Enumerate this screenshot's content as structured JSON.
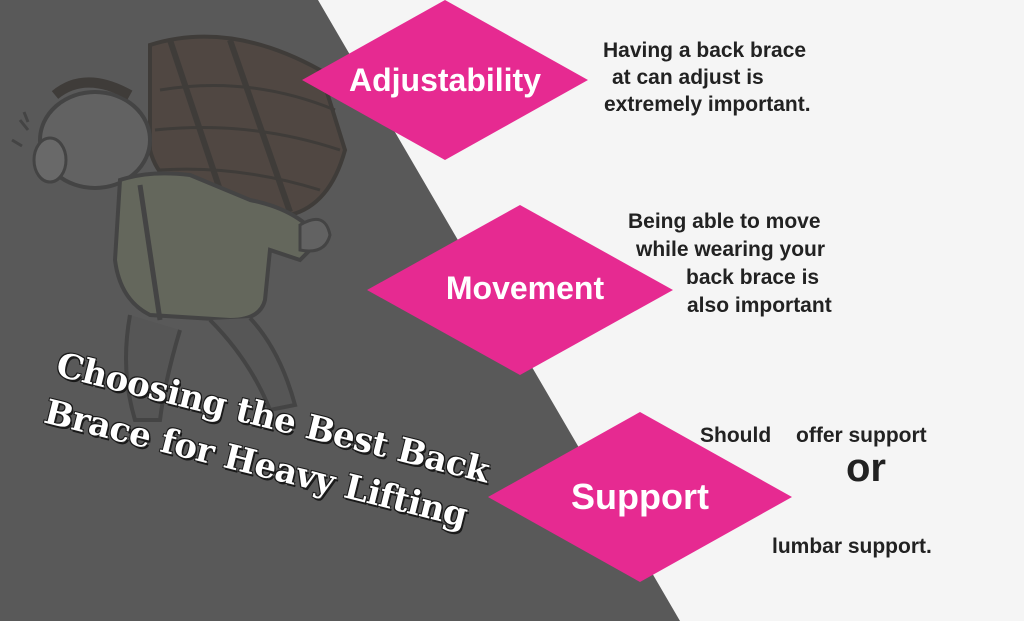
{
  "colors": {
    "background_light": "#f5f5f5",
    "background_dark": "#595959",
    "diamond_fill": "#e62a91",
    "title_text": "#ffffff",
    "body_text": "#222222"
  },
  "illustration": {
    "icon": "man-carrying-barrel-illustration"
  },
  "title": {
    "line1": "Choosing the Best Back",
    "line2": "Brace for Heavy Lifting"
  },
  "features": [
    {
      "label": "Adjustability",
      "description": [
        "Having a back brace",
        "at can adjust is",
        "extremely important."
      ]
    },
    {
      "label": "Movement",
      "description": [
        "Being able to move",
        "while wearing your",
        "back brace is",
        "also important"
      ]
    },
    {
      "label": "Support",
      "description_start": "Should",
      "description_mid": "offer support",
      "connector": "or",
      "description_end": "lumbar support."
    }
  ]
}
